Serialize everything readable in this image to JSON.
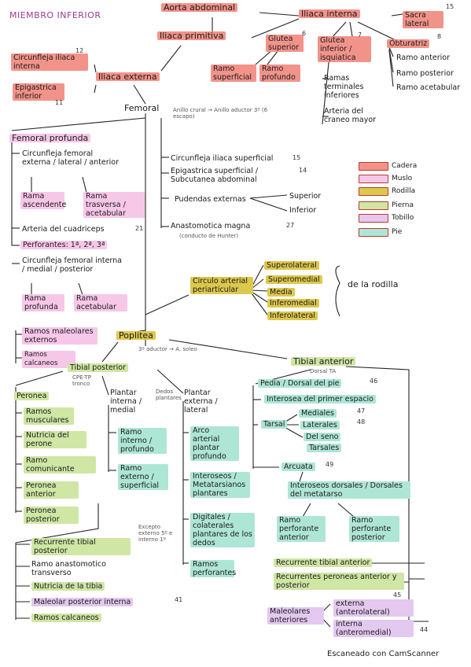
{
  "colors": {
    "cadera": "#f2938a",
    "muslo": "#f7c7e8",
    "rodilla": "#ddc84e",
    "pierna": "#cfe6a4",
    "tobillo": "#e3c8ef",
    "pie": "#aee6d6"
  },
  "title": "MIEMBRO INFERIOR",
  "nodes": {
    "aorta": "Aorta abdominal",
    "iliaca_interna": "Iliaca interna",
    "sacra_lateral": "Sacra lateral",
    "iliaca_primitiva": "Iliaca primitiva",
    "glutea_superior": "Glutea superior",
    "glutea_inferior": "Glutea inferior / isquiatica",
    "obturatriz": "Obturatriz",
    "ramo_anterior": "Ramo anterior",
    "ramo_posterior": "Ramo posterior",
    "ramo_acetabular": "Ramo acetabular",
    "ramo_superficial": "Ramo superficial",
    "ramo_profundo": "Ramo profundo",
    "ramas_terminales": "Ramas terminales inferiores",
    "arteria_craneo": "Arteria del craneo mayor",
    "circunfleja_iliaca_interna": "Circunfleja iliaca interna",
    "iliaca_externa": "Iliaca externa",
    "epigastrica_inferior": "Epigastrica inferior",
    "femoral": "Femoral",
    "femoral_note": "Anillo crural → Anillo aductor 3º (6 escapo)",
    "femoral_profunda": "Femoral profunda",
    "circ_fem_externa": "Circunfleja femoral externa / lateral / anterior",
    "rama_ascendente": "Rama ascendente",
    "rama_transversa": "Rama trasversa / acetabular",
    "arteria_cuadriceps": "Arteria del cuadriceps",
    "perforantes_fp": "Perforantes: 1ª, 2ª, 3ª",
    "circ_fem_interna": "Circunfleja femoral interna / medial / posterior",
    "rama_profunda": "Rama profunda",
    "rama_acetabular2": "Rama acetabular",
    "circ_iliaca_superficial": "Circunfleja iliaca superficial",
    "epigastrica_superficial": "Epigastrica superficial / Subcutanea abdominal",
    "pudendas_externas": "Pudendas externas",
    "pud_superior": "Superior",
    "pud_inferior": "Inferior",
    "anastomotica_magna": "Anastomotica magna",
    "anastomotica_note": "(conducto de Hunter)",
    "circulo_arterial": "Circulo arterial periarticular",
    "superolateral": "Superolateral",
    "superomedial": "Superomedial",
    "media": "Media",
    "inferomedial": "Inferomedial",
    "inferolateral": "Inferolateral",
    "de_la_rodilla": "de la rodilla",
    "poplitea": "Poplitea",
    "poplitea_note": "3º aductor → A. soleo",
    "ramos_maleolares_ext": "Ramos maleolares externos",
    "ramos_calcaneos_top": "Ramos calcaneos",
    "tibial_posterior": "Tibial posterior",
    "tibial_posterior_note": "CPE-TP tronco",
    "peronea": "Peronea",
    "ramos_musculares": "Ramos musculares",
    "nutricia_perone": "Nutricia del perone",
    "ramo_comunicante": "Ramo comunicante",
    "peronea_anterior": "Peronea anterior",
    "peronea_posterior": "Peronea posterior",
    "plantar_interna": "Plantar interna / medial",
    "plantar_note": "Dedos plantares",
    "ramo_interno_profundo": "Ramo interno / profundo",
    "ramo_externo_superficial": "Ramo externo / superficial",
    "plantar_externa": "Plantar externa / lateral",
    "arco_arterial": "Arco arterial plantar profundo",
    "interoseos": "Interoseos / Metatarsianos plantares",
    "digitales": "Digitales / colaterales plantares de los dedos",
    "ramos_perforantes": "Ramos perforantes",
    "dedos_note": "Excepto externo 5º e interno 1º",
    "recurrente_tibial_post": "Recurrente tibial posterior",
    "ramo_anastomotico": "Ramo anastomotico transverso",
    "nutricia_tibia": "Nutricia de la tibia",
    "maleolar_post_interna": "Maleolar posterior interna",
    "ramos_calcaneos_bottom": "Ramos calcaneos",
    "tibial_anterior": "Tibial anterior",
    "tibial_anterior_note": "Dorsal TA",
    "pedia": "Pedia / Dorsal del pie",
    "interosea_dorsal": "Interosea del primer espacio",
    "tarsal": "Tarsal",
    "tarsal_mediales": "Mediales",
    "tarsal_laterales": "Laterales",
    "del_seno": "Del seno",
    "tarsales": "Tarsales",
    "arcuata": "Arcuata",
    "interoseos_dorsales": "Interoseos dorsales / Dorsales del metatarso",
    "ramo_perforante_ant": "Ramo perforante anterior",
    "ramo_perforante_post": "Ramo perforante posterior",
    "recurrente_tibial_ant": "Recurrente tibial anterior",
    "recurrentes_peroneas": "Recurrentes peroneas anterior y posterior",
    "maleolares_anteriores": "Maleolares anteriores",
    "mal_externa": "externa (anterolateral)",
    "mal_interna": "interna (anteromedial)"
  },
  "numbers": {
    "n15a": "15",
    "n6": "6",
    "n7": "7",
    "n8": "8",
    "n12": "12",
    "n11": "11",
    "n21": "21",
    "n15b": "15",
    "n14": "14",
    "n27": "27",
    "n46": "46",
    "n47": "47",
    "n48": "48",
    "n49": "49",
    "n41": "41",
    "n45": "45",
    "n44": "44"
  },
  "legend": [
    {
      "label": "Cadera",
      "color": "#f2938a"
    },
    {
      "label": "Muslo",
      "color": "#f7c7e8"
    },
    {
      "label": "Rodilla",
      "color": "#ddc84e"
    },
    {
      "label": "Pierna",
      "color": "#cfe6a4"
    },
    {
      "label": "Tobillo",
      "color": "#e3c8ef"
    },
    {
      "label": "Pie",
      "color": "#aee6d6"
    }
  ],
  "watermark": "Escaneado con CamScanner"
}
